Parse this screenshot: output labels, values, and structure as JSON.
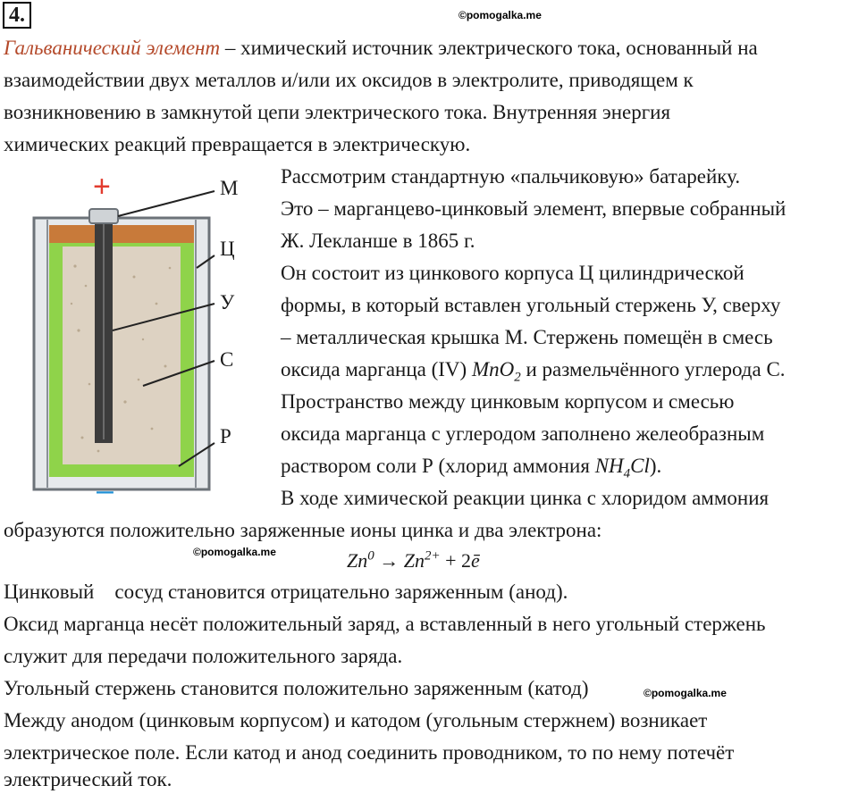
{
  "header": {
    "task_number": "4.",
    "watermark": "©pomogalka.me"
  },
  "intro": {
    "term": "Гальванический элемент",
    "line1_rest": " – химический источник электрического тока, основанный на",
    "line2": "взаимодействии двух металлов и/или их оксидов в электролите, приводящем к",
    "line3": "возникновению в замкнутой цепи электрического тока. Внутренняя энергия",
    "line4": "химических реакций превращается в электрическую."
  },
  "figure": {
    "plus": "+",
    "minus": "–",
    "labels": [
      "М",
      "Ц",
      "У",
      "С",
      "Р"
    ],
    "colors": {
      "outer": "#e6e9ec",
      "mix": "#ddd2c2",
      "gel": "#8fd34a",
      "cap": "#c87a3a",
      "rod": "#3c3c3c",
      "plus": "#e23b2e",
      "minus": "#1f8fd6"
    }
  },
  "right_text": {
    "l1": "Рассмотрим стандартную «пальчиковую» батарейку.",
    "l2": "Это – марганцево-цинковый элемент, впервые собранный",
    "l3": "Ж. Лекланше в 1865 г.",
    "l4": "Он состоит из цинкового корпуса Ц цилиндрической",
    "l5": "формы, в который вставлен угольный стержень У, сверху",
    "l6": "– металлическая крышка М. Стержень помещён в смесь",
    "l7_a": "оксида марганца (IV) ",
    "l7_f": "MnO",
    "l7_sub": "2",
    "l7_b": " и размельчённого углерода С.",
    "l8": "Пространство между цинковым корпусом и смесью",
    "l9": "оксида марганца с углеродом заполнено желеобразным",
    "l10_a": "раствором соли Р (хлорид аммония ",
    "l10_f1": "NH",
    "l10_sub": "4",
    "l10_f2": "Cl",
    "l10_b": ").",
    "l11": "В ходе химической реакции цинка с хлоридом аммония"
  },
  "body_text": {
    "l12": "образуются положительно заряженные ионы цинка и два электрона:",
    "watermark2": "©pomogalka.me",
    "formula": {
      "left": "Zn",
      "left_sup": "0",
      "arrow": " → ",
      "right": "Zn",
      "right_sup": "2+",
      "plus": " + 2",
      "e": "ē"
    },
    "l13": "Цинковый    сосуд становится отрицательно заряженным (анод).",
    "l14": "Оксид марганца несёт положительный заряд, а вставленный в него угольный стержень",
    "l15": "служит для передачи положительного заряда.",
    "l16": "Угольный стержень становится положительно заряженным (катод)",
    "watermark3": "©pomogalka.me",
    "l17": "Между анодом (цинковым корпусом) и катодом (угольным стержнем) возникает",
    "l18": "электрическое поле. Если катод и анод соединить проводником, то по нему потечёт",
    "l19": "электрический ток."
  }
}
